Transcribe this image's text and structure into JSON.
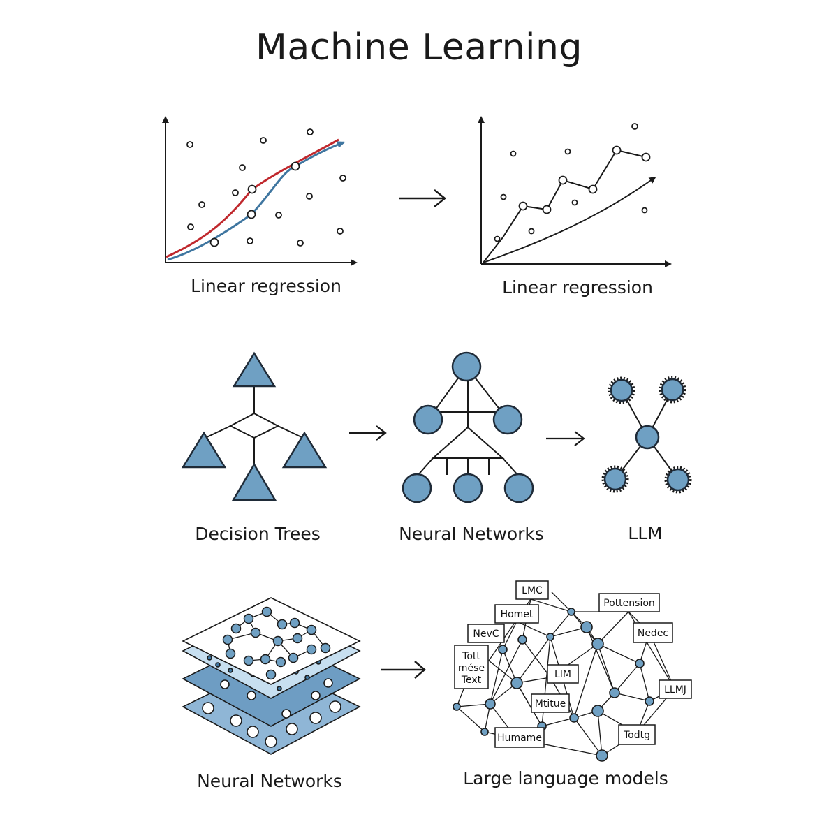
{
  "title": "Machine Learning",
  "panels": {
    "regression_left": {
      "caption": "Linear regression"
    },
    "regression_right": {
      "caption": "Linear regression"
    },
    "decision_trees": {
      "caption": "Decision Trees"
    },
    "neural_networks_small": {
      "caption": "Neural Networks"
    },
    "llm_small": {
      "caption": "LLM"
    },
    "neural_networks_layers": {
      "caption": "Neural Networks"
    },
    "large_language_models": {
      "caption": "Large language models",
      "tags": [
        "LMC",
        "Pottension",
        "Homet",
        "NevC",
        "Nedec",
        "Tott",
        "mése",
        "Text",
        "LIM",
        "LLMJ",
        "Mtitue",
        "Humame",
        "Todtg"
      ]
    }
  },
  "colors": {
    "node_fill": "#6fa0c3",
    "red_curve": "#c0282d",
    "blue_curve": "#3f76a0",
    "layer_light": "#c7dff0",
    "layer_mid": "#8fb6d6"
  }
}
